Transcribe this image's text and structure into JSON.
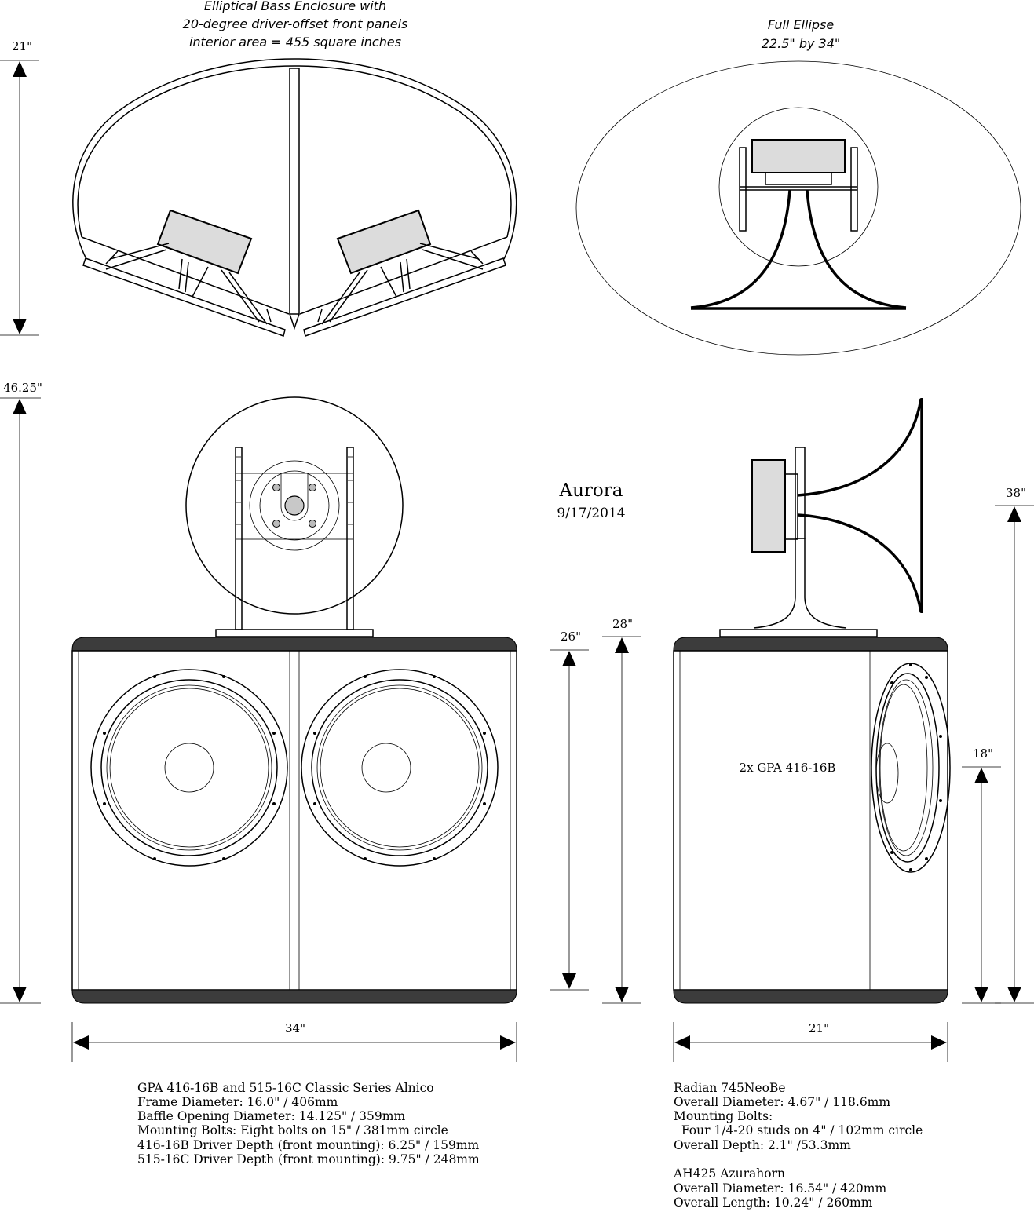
{
  "top_left": {
    "title_lines": [
      "Elliptical Bass Enclosure with",
      "20-degree driver-offset front panels",
      "interior area = 455 square inches"
    ],
    "height_dim": "21\""
  },
  "top_right": {
    "title_lines": [
      "Full Ellipse",
      "22.5\" by 34\""
    ]
  },
  "center": {
    "name": "Aurora",
    "date": "9/17/2014"
  },
  "front_view": {
    "height_dim": "46.25\"",
    "width_dim": "34\"",
    "cabinet_height_dim": "26\"",
    "horn_height_dim": "28\""
  },
  "side_view": {
    "driver_label": "2x  GPA 416-16B",
    "total_height_dim": "38\"",
    "woofer_height_dim": "18\"",
    "width_dim": "21\""
  },
  "specs_left": [
    "GPA 416-16B and 515-16C Classic Series Alnico",
    "Frame Diameter: 16.0\" / 406mm",
    "Baffle Opening Diameter: 14.125\" / 359mm",
    "Mounting Bolts: Eight bolts on 15\" / 381mm circle",
    "416-16B Driver Depth (front mounting): 6.25\" / 159mm",
    "515-16C Driver Depth (front mounting): 9.75\" / 248mm"
  ],
  "specs_right": [
    "Radian 745NeoBe",
    "Overall Diameter: 4.67\" / 118.6mm",
    "Mounting Bolts:",
    "  Four 1/4-20 studs on 4\" / 102mm circle",
    "Overall Depth: 2.1\" /53.3mm",
    "",
    "AH425 Azurahorn",
    "Overall Diameter: 16.54\" / 420mm",
    "Overall Length: 10.24\" / 260mm"
  ]
}
